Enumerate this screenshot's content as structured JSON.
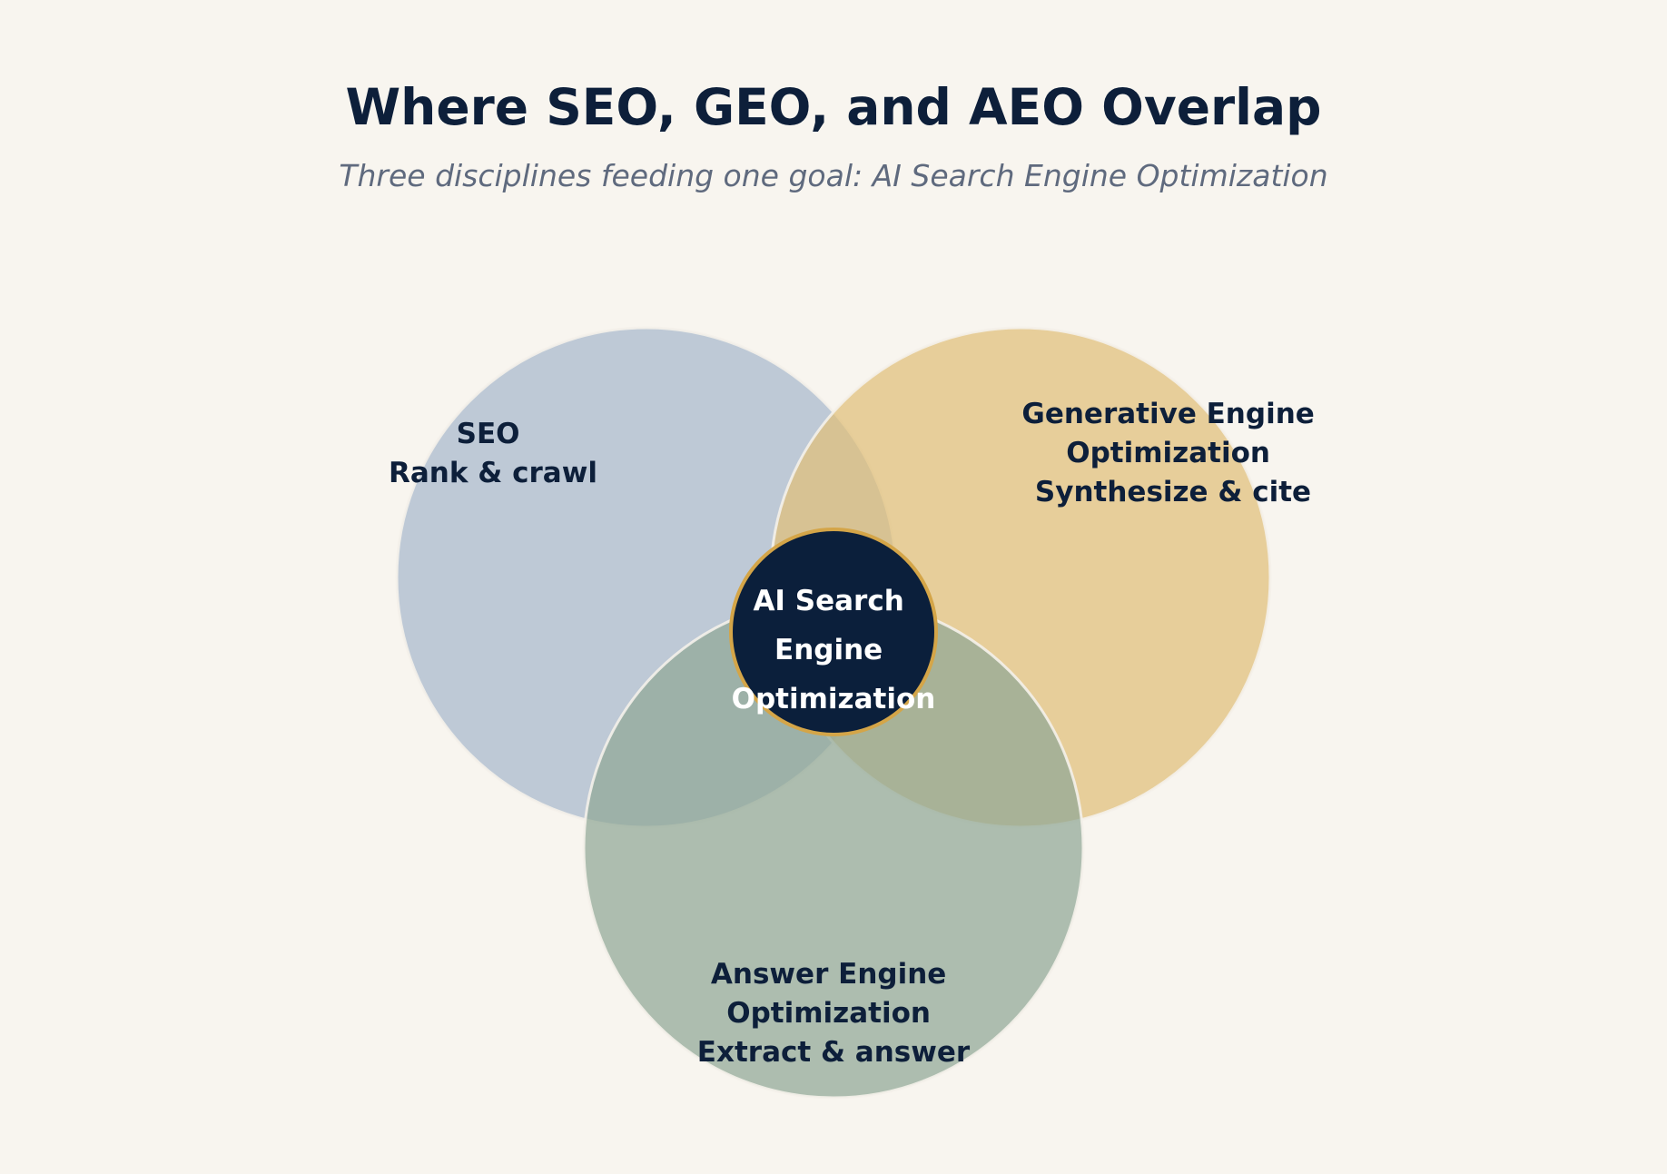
{
  "header": {
    "title": "Where SEO, GEO, and AEO Overlap",
    "subtitle": "Three disciplines feeding one goal: AI Search Engine Optimization"
  },
  "sets": [
    {
      "id": "seo",
      "lines": [
        "SEO",
        "Rank & crawl"
      ],
      "color": "#a8b8cc"
    },
    {
      "id": "geo",
      "lines": [
        "Generative Engine",
        "Optimization",
        "Synthesize & cite"
      ],
      "color": "#e0bf78"
    },
    {
      "id": "aeo",
      "lines": [
        "Answer Engine",
        "Optimization",
        "Extract & answer"
      ],
      "color": "#90a896"
    }
  ],
  "core": {
    "lines": [
      "AI Search",
      "Engine",
      "Optimization"
    ],
    "fill": "#0b1f3b",
    "ring": "#d4a548"
  },
  "colors": {
    "background": "#f8f5ef",
    "text": "#0d1f3a",
    "subtitle": "#5f6a7e",
    "circle_outline": "#f4f1ea"
  }
}
